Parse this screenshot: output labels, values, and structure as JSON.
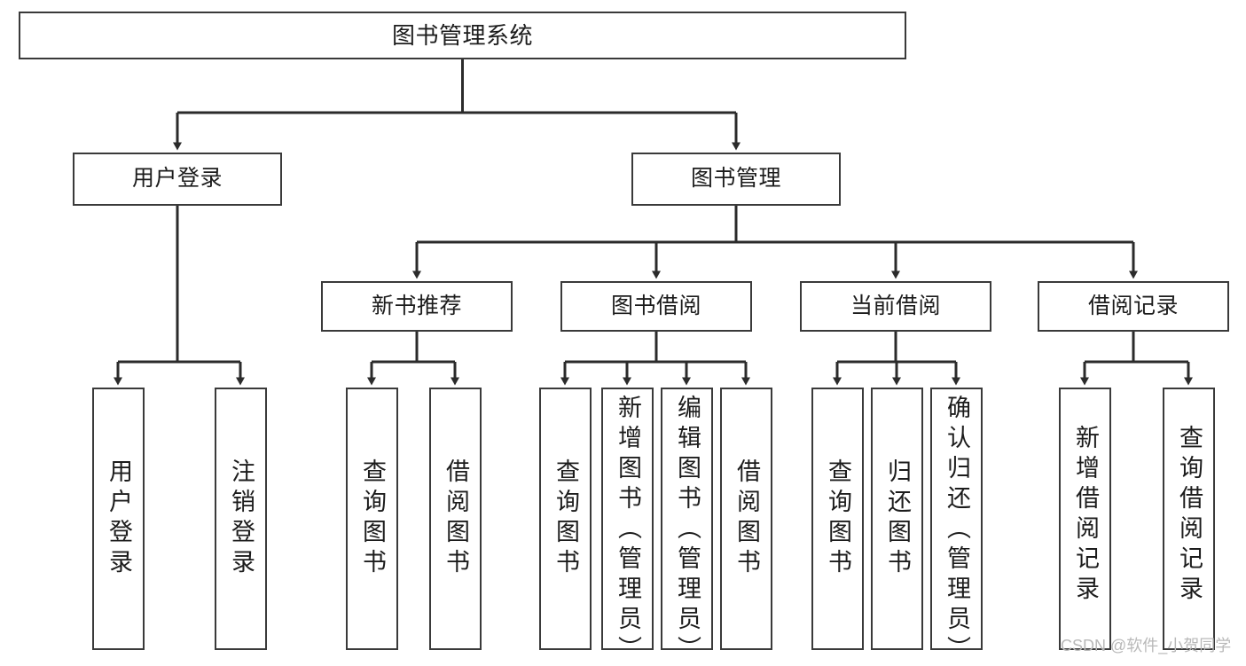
{
  "diagram": {
    "title": "图书管理系统",
    "style": {
      "box_border_color": "#3a3a3a",
      "box_fill_color": "#ffffff",
      "line_color": "#2b2b2b",
      "text_color": "#1c1c1c",
      "background_color": "#ffffff",
      "watermark_color": "#b9b9b9"
    },
    "root": {
      "label": "图书管理系统"
    },
    "level2": [
      {
        "id": "user-login",
        "label": "用户登录"
      },
      {
        "id": "book-management",
        "label": "图书管理"
      }
    ],
    "level3": [
      {
        "id": "new-book-recommend",
        "label": "新书推荐"
      },
      {
        "id": "book-borrow",
        "label": "图书借阅"
      },
      {
        "id": "current-borrow",
        "label": "当前借阅"
      },
      {
        "id": "borrow-record",
        "label": "借阅记录"
      }
    ],
    "leaves": {
      "user_login": [
        {
          "id": "leaf-user-login",
          "label": "用户登录"
        },
        {
          "id": "leaf-user-logout",
          "label": "注销登录"
        }
      ],
      "new_book_recommend": [
        {
          "id": "leaf-query-book-1",
          "label": "查询图书"
        },
        {
          "id": "leaf-borrow-book-1",
          "label": "借阅图书"
        }
      ],
      "book_borrow": [
        {
          "id": "leaf-query-book-2",
          "label": "查询图书"
        },
        {
          "id": "leaf-add-book",
          "label": "新增图书（管理员）"
        },
        {
          "id": "leaf-edit-book",
          "label": "编辑图书（管理员）"
        },
        {
          "id": "leaf-borrow-book-2",
          "label": "借阅图书"
        }
      ],
      "current_borrow": [
        {
          "id": "leaf-query-book-3",
          "label": "查询图书"
        },
        {
          "id": "leaf-return-book",
          "label": "归还图书"
        },
        {
          "id": "leaf-confirm-return",
          "label": "确认归还（管理员）"
        }
      ],
      "borrow_record": [
        {
          "id": "leaf-add-record",
          "label": "新增借阅记录"
        },
        {
          "id": "leaf-query-record",
          "label": "查询借阅记录"
        }
      ]
    }
  },
  "watermark": {
    "text": "CSDN @软件_小贺同学"
  }
}
